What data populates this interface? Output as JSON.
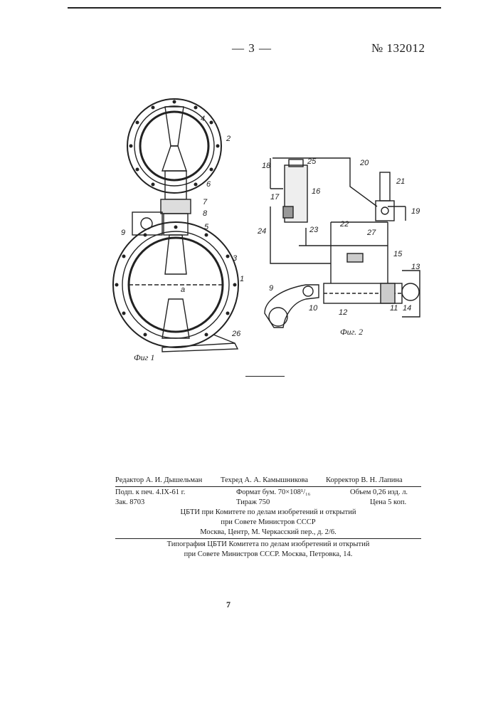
{
  "header": {
    "page_number": "— 3 —",
    "patent_number": "№ 132012"
  },
  "figures": {
    "fig1_caption": "Фиг 1",
    "fig2_caption": "Фиг. 2",
    "fig1_labels": [
      "4",
      "2",
      "6",
      "7",
      "8",
      "5",
      "3",
      "1",
      "9",
      "a",
      "26"
    ],
    "fig2_labels": [
      "18",
      "25",
      "17",
      "16",
      "20",
      "21",
      "19",
      "24",
      "23",
      "22",
      "27",
      "15",
      "13",
      "9",
      "10",
      "12",
      "11",
      "14"
    ]
  },
  "imprint": {
    "editor": "Редактор А. И. Дышельман",
    "tech_editor": "Техред А. А. Камышникова",
    "proofreader": "Корректор В. Н. Лапина",
    "signed_print": "Подп. к печ. 4.IX-61 г.",
    "format": "Формат бум. 70×108¹/₁₆",
    "volume": "Объем 0,26 изд. л.",
    "order": "Зак. 8703",
    "circulation": "Тираж 750",
    "price": "Цена 5 коп.",
    "org_line1": "ЦБТИ при Комитете по делам изобретений и открытий",
    "org_line2": "при Совете Министров СССР",
    "org_line3": "Москва, Центр, М. Черкасский пер., д. 2/6.",
    "printer_line1": "Типография ЦБТИ Комитета по делам изобретений и открытий",
    "printer_line2": "при Совете Министров СССР. Москва, Петровка, 14."
  },
  "footer_mark": "7"
}
